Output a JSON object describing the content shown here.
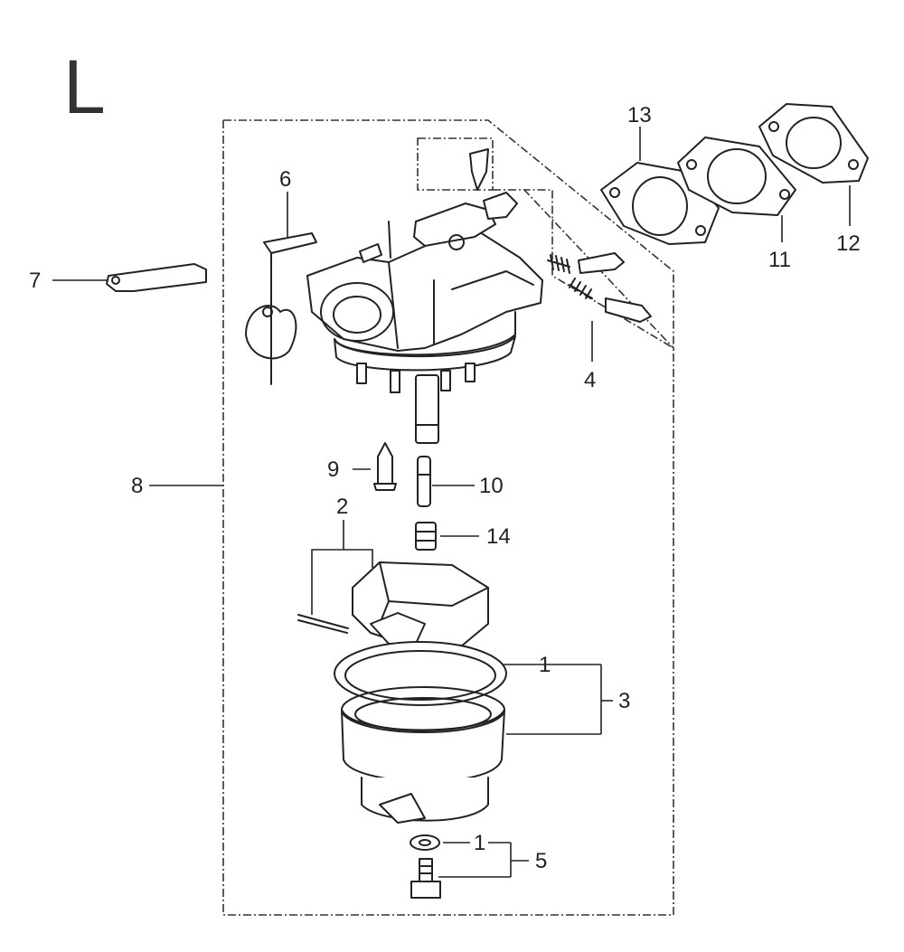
{
  "section": "L",
  "callouts": {
    "c1a": "1",
    "c1b": "1",
    "c2": "2",
    "c3": "3",
    "c4": "4",
    "c5": "5",
    "c6": "6",
    "c7": "7",
    "c8": "8",
    "c9": "9",
    "c10": "10",
    "c11": "11",
    "c12": "12",
    "c13": "13",
    "c14": "14"
  }
}
